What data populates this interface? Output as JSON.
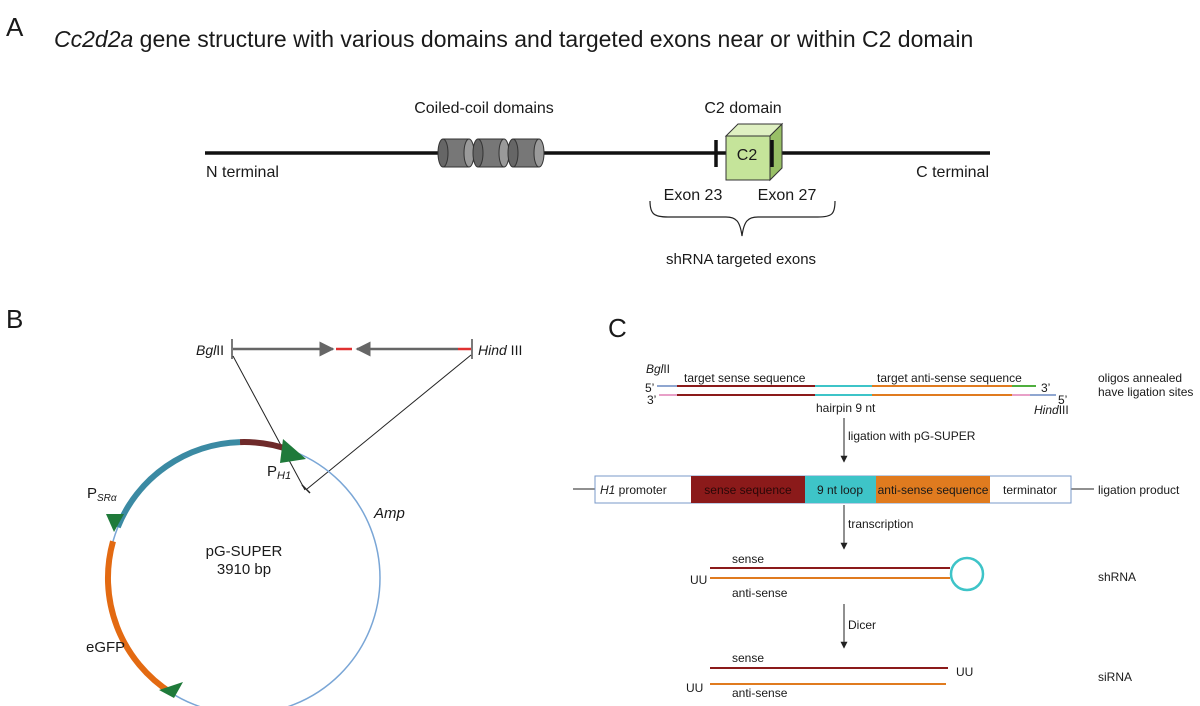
{
  "panel_a": {
    "letter": "A",
    "title_gene": "Cc2d2a",
    "title_rest": " gene structure with various domains and targeted exons near or within C2 domain",
    "coiled_coil_label": "Coiled-coil domains",
    "c2_domain_label": "C2 domain",
    "c2_box_label": "C2",
    "n_terminal": "N terminal",
    "c_terminal": "C terminal",
    "exon_23": "Exon 23",
    "exon_27": "Exon 27",
    "shrna_targeted": "shRNA targeted exons",
    "colors": {
      "coil": "#777777",
      "c2_box": "#c5e49a"
    }
  },
  "panel_b": {
    "letter": "B",
    "bgl_italic": "Bgl",
    "bgl_rest": "II",
    "hind_italic": "Hind",
    "hind_rest": " III",
    "p_h1": "P",
    "p_h1_sub": "H1",
    "p_sra": "P",
    "p_sra_sub": "SRα",
    "amp": "Amp",
    "egfp": "eGFP",
    "plasmid_name": "pG-SUPER",
    "plasmid_size": "3910 bp",
    "colors": {
      "backbone": "#7aa6d6",
      "h1": "#6e2a2a",
      "sra": "#3b8aa3",
      "egfp": "#e36a12",
      "arrowhead": "#1f7a3a"
    }
  },
  "panel_c": {
    "letter": "C",
    "bgl_italic": "Bgl",
    "bgl_rest": "II",
    "hind_italic": "Hind",
    "hind_rest": "III",
    "five_prime": "5’",
    "three_prime": "3’",
    "target_sense": "target sense sequence",
    "target_antisense": "target anti-sense sequence",
    "hairpin": "hairpin 9 nt",
    "oligos_line1": "oligos annealed",
    "oligos_line2": "have ligation sites",
    "ligation_step": "ligation with pG-SUPER",
    "product": {
      "h1_italic": "H1",
      "h1_rest": " promoter",
      "sense": "sense sequence",
      "loop": "9 nt loop",
      "antisense": "anti-sense sequence",
      "terminator": "terminator"
    },
    "ligation_product": "ligation product",
    "transcription": "transcription",
    "shrna_sense": "sense",
    "shrna_antisense": "anti-sense",
    "shrna_uu": "UU",
    "shrna": "shRNA",
    "dicer": "Dicer",
    "sirna_sense": "sense",
    "sirna_antisense": "anti-sense",
    "sirna_uu_top": "UU",
    "sirna_uu_bottom": "UU",
    "sirna": "siRNA",
    "colors": {
      "sense": "#8b1a1a",
      "loop": "#3ec4c8",
      "antisense": "#e07b1f",
      "box_border": "#7a98c8"
    }
  }
}
